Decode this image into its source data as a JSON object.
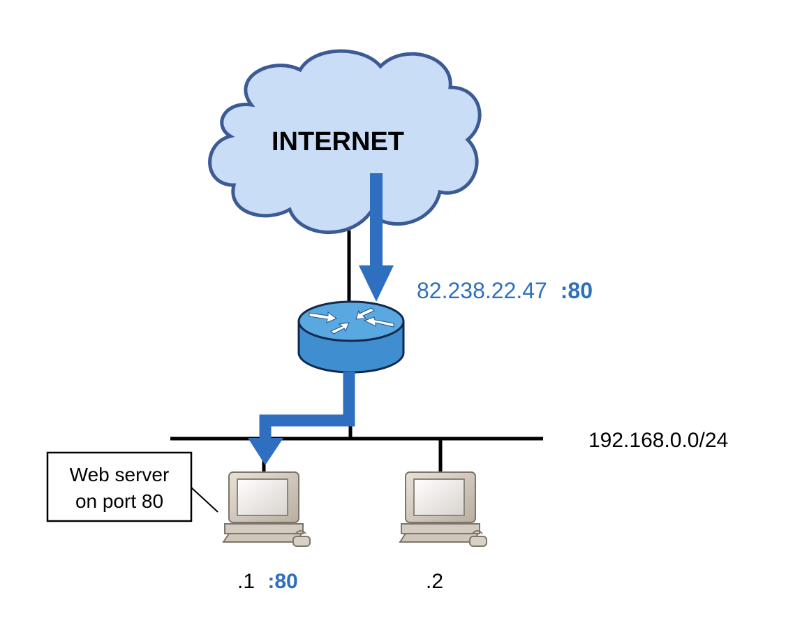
{
  "cloud": {
    "label": "INTERNET"
  },
  "router": {
    "public_ip": "82.238.22.47",
    "public_port": ":80"
  },
  "lan": {
    "subnet": "192.168.0.0/24"
  },
  "hosts": [
    {
      "suffix": ".1",
      "port": ":80"
    },
    {
      "suffix": ".2",
      "port": ""
    }
  ],
  "callout": {
    "line1": "Web server",
    "line2": "on port 80"
  },
  "colors": {
    "cloud_fill": "#c9ddf7",
    "cloud_stroke": "#3c5a93",
    "arrow": "#2f6fbf",
    "router_fill": "#3f8fd0",
    "router_top": "#5aa8e0",
    "port_text": "#2f6fbf"
  }
}
